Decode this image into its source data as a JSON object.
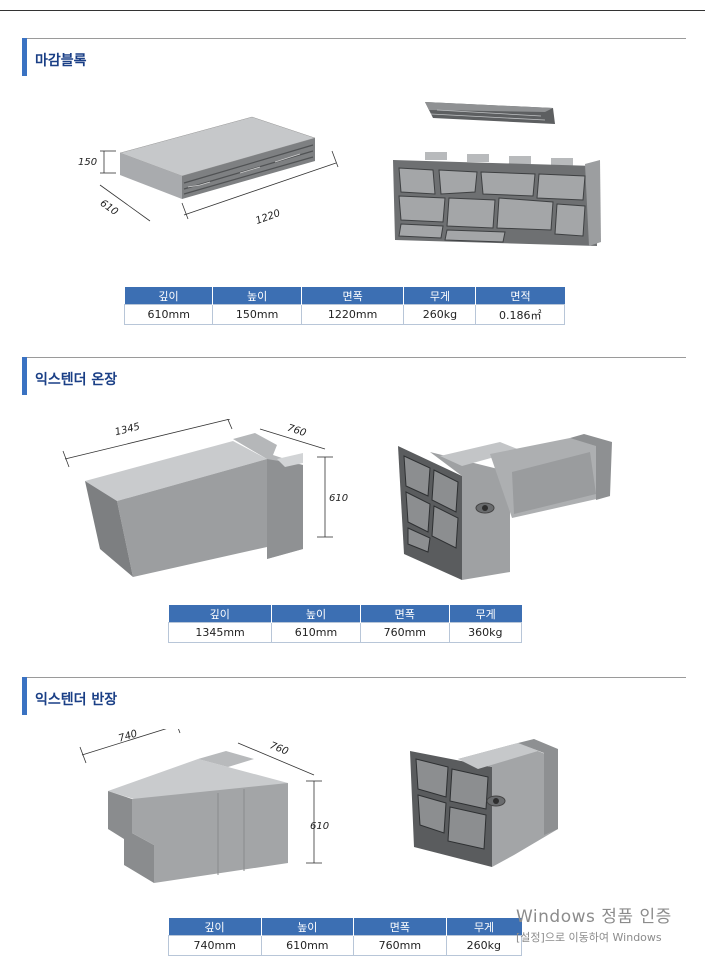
{
  "sections": [
    {
      "title": "마감블록",
      "dims": {
        "height": "150",
        "depth": "610",
        "width": "1220"
      },
      "table": {
        "headers": [
          "깊이",
          "높이",
          "면폭",
          "무게",
          "면적"
        ],
        "values": [
          "610mm",
          "150mm",
          "1220mm",
          "260kg",
          "0.186㎡"
        ]
      }
    },
    {
      "title": "익스텐더 온장",
      "dims": {
        "length": "1345",
        "width": "760",
        "height": "610"
      },
      "table": {
        "headers": [
          "깊이",
          "높이",
          "면폭",
          "무게"
        ],
        "values": [
          "1345mm",
          "610mm",
          "760mm",
          "360kg"
        ]
      }
    },
    {
      "title": "익스텐더 반장",
      "dims": {
        "length": "740",
        "width": "760",
        "height": "610"
      },
      "table": {
        "headers": [
          "깊이",
          "높이",
          "면폭",
          "무게"
        ],
        "values": [
          "740mm",
          "610mm",
          "760mm",
          "260kg"
        ]
      }
    }
  ],
  "watermark": {
    "line1": "Windows 정품 인증",
    "line2": "[설정]으로 이동하여 Windows"
  },
  "colors": {
    "accent": "#3a72c2",
    "title": "#1a3f86",
    "table_header": "#3c6fb3"
  }
}
